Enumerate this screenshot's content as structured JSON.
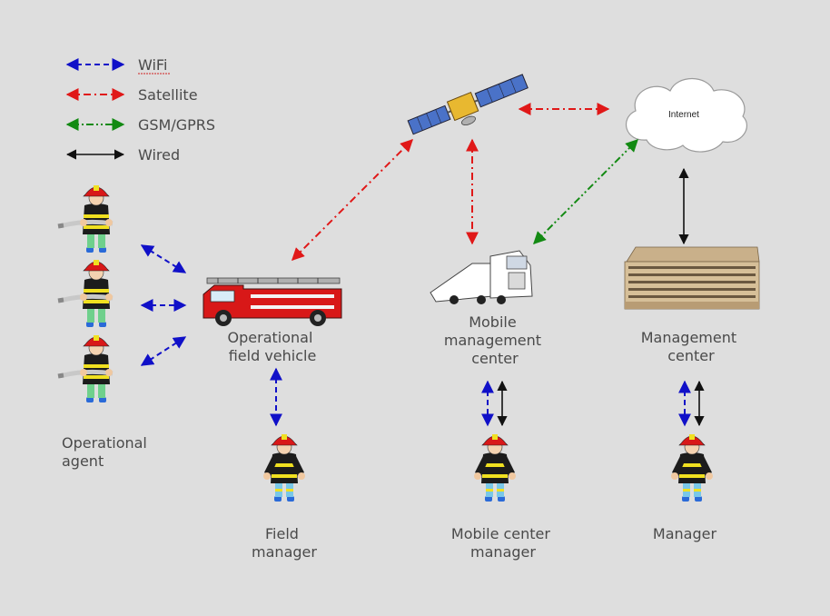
{
  "legend": [
    {
      "label": "WiFi",
      "color": "#1010c8",
      "style": "wifi"
    },
    {
      "label": "Satellite",
      "color": "#e01818",
      "style": "satellite"
    },
    {
      "label": "GSM/GPRS",
      "color": "#138a13",
      "style": "gsm"
    },
    {
      "label": "Wired",
      "color": "#111111",
      "style": "wired"
    }
  ],
  "nodes": {
    "cloud": "Internet",
    "vehicle": [
      "Operational",
      "field vehicle"
    ],
    "mobile_center": [
      "Mobile",
      "management",
      "center"
    ],
    "management_center": [
      "Management",
      "center"
    ],
    "agent": [
      "Operational",
      "agent"
    ],
    "field_manager": [
      "Field",
      "manager"
    ],
    "mobile_center_manager": [
      "Mobile center",
      "manager"
    ],
    "manager": [
      "Manager"
    ]
  }
}
